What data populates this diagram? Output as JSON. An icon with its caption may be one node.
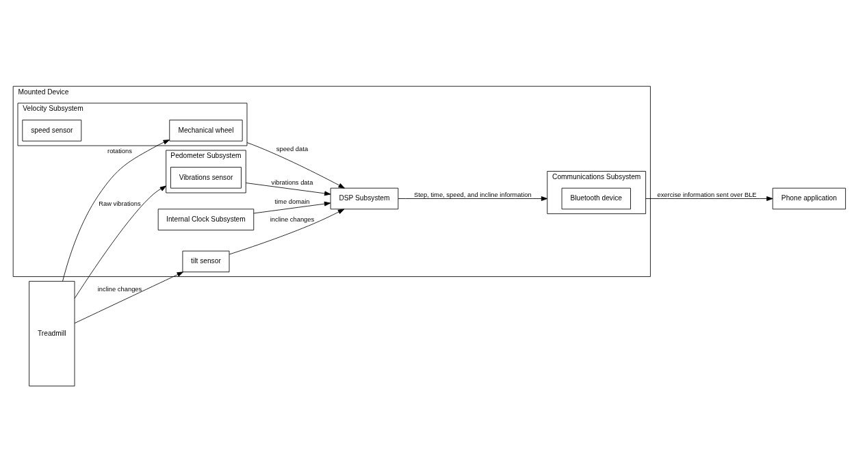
{
  "diagram": {
    "nodes": [
      {
        "text": [
          "Mounted Device"
        ]
      },
      {
        "text": [
          "Communications Subsystem"
        ],
        "in": 0
      },
      {
        "text": [
          "Bluetooth device"
        ],
        "in": 1
      },
      {
        "text": [
          "Pedometer Subsystem"
        ],
        "in": 0
      },
      {
        "text": [
          "Vibrations sensor"
        ],
        "in": 3
      },
      {
        "text": [
          "DSP Subsystem"
        ],
        "in": 0
      },
      {
        "text": [
          "Velocity Subsystem"
        ],
        "in": 0
      },
      {
        "text": [
          "Mechanical wheel"
        ],
        "in": 6
      },
      {
        "text": [
          "speed sensor"
        ],
        "in": 6
      },
      {
        "text": [
          "Internal Clock Subsystem"
        ],
        "in": 0
      },
      {
        "text": [
          "tilt sensor"
        ],
        "in": 0
      },
      {
        "text": [
          "Phone application"
        ]
      },
      {
        "text": [
          "Treadmill"
        ]
      }
    ],
    "edges": [
      {
        "from": 1,
        "to": 11,
        "arrow": "to",
        "label": "exercise information sent over BLE"
      },
      {
        "from": 12,
        "to": 3,
        "arrow": "to",
        "label": "Raw vibrations"
      },
      {
        "from": 3,
        "to": 5,
        "arrow": "to",
        "label": "vibrations data"
      },
      {
        "from": 5,
        "to": 1,
        "arrow": "to",
        "label": "Step, time, speed, and incline information"
      },
      {
        "from": 6,
        "to": 5,
        "arrow": "to",
        "label": "speed data"
      },
      {
        "from": 9,
        "to": 5,
        "arrow": "to",
        "label": "time domain"
      },
      {
        "from": 10,
        "to": 5,
        "arrow": "to",
        "label": "incline changes"
      },
      {
        "from": 12,
        "to": 7,
        "arrow": "to",
        "label": "rotations"
      },
      {
        "from": 12,
        "to": 10,
        "arrow": "to",
        "label": "incline changes"
      }
    ]
  }
}
